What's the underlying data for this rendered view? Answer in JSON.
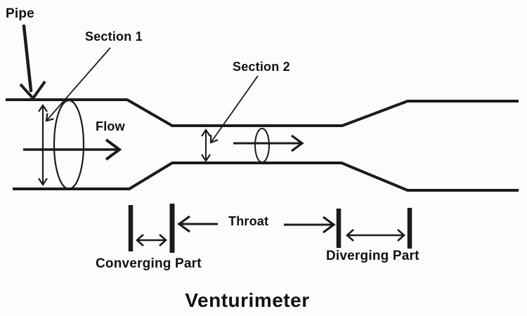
{
  "title": "Venturimeter",
  "labels": {
    "pipe": "Pipe",
    "section1": "Section 1",
    "section2": "Section 2",
    "flow": "Flow",
    "throat": "Throat",
    "converging_part": "Converging Part",
    "diverging_part": "Diverging Part"
  },
  "colors": {
    "line": "#1b1b1b",
    "text": "#111111",
    "background": "#fcfcfc"
  }
}
